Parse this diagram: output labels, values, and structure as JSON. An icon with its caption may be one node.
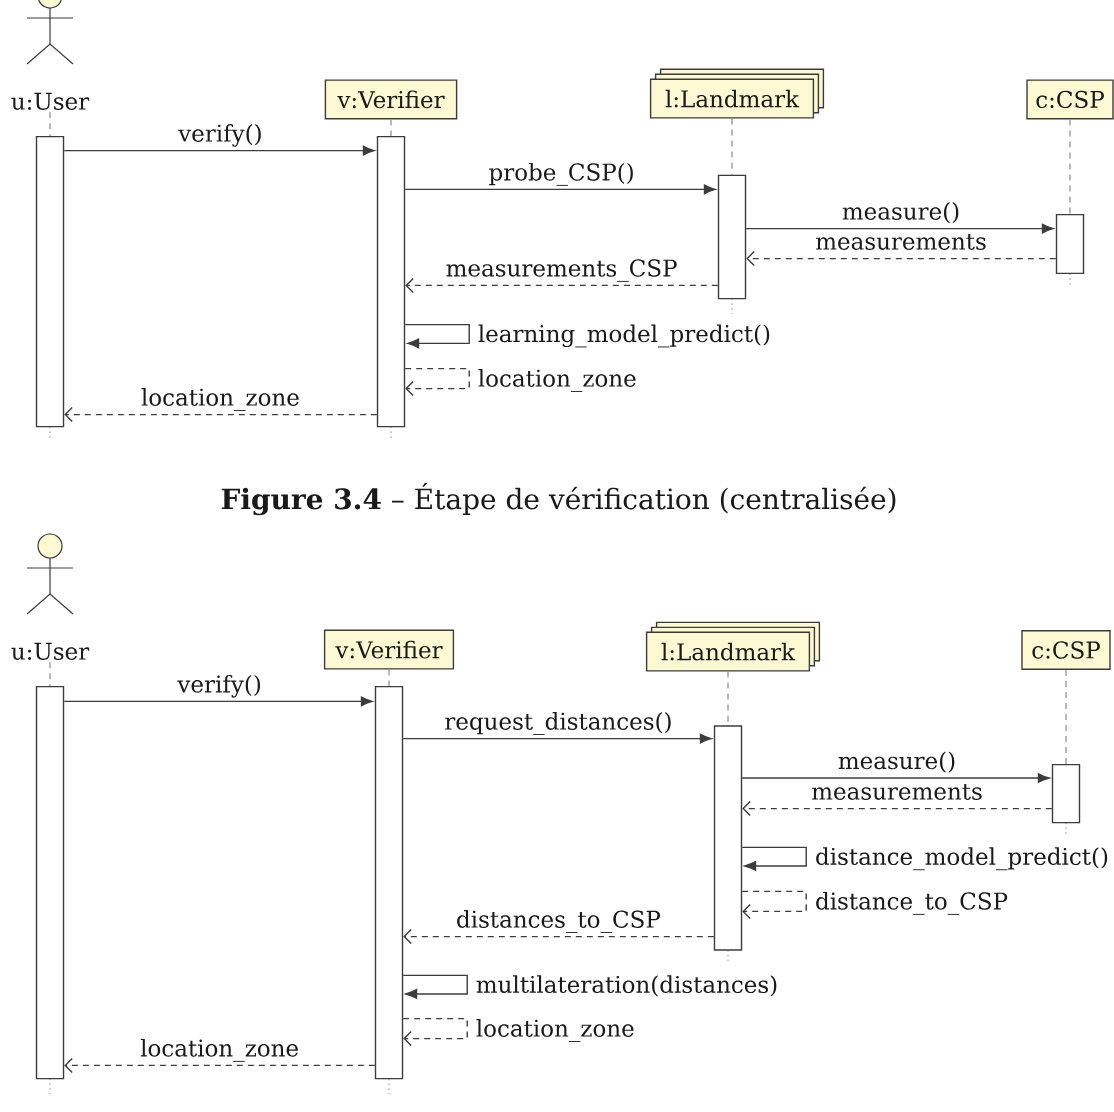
{
  "diagram": {
    "caption": "**Figure 3.4** – Étape de vérification (centralisée)",
    "nodes": [
      {
        "text": [
          "u:User"
        ]
      },
      {
        "text": [
          "v:Verifier"
        ]
      },
      {
        "text": [
          "l:Landmark"
        ]
      },
      {
        "text": [
          "c:CSP"
        ]
      },
      {
        "text": [],
        "shape": "bar"
      },
      {
        "text": [],
        "shape": "bar"
      },
      {
        "text": [],
        "shape": "bar"
      },
      {
        "text": [],
        "shape": "bar"
      },
      {
        "text": [
          "u:User"
        ]
      },
      {
        "text": [
          "v:Verifier"
        ]
      },
      {
        "text": [
          "l:Landmark"
        ]
      },
      {
        "text": [
          "c:CSP"
        ]
      },
      {
        "text": [],
        "shape": "bar"
      },
      {
        "text": [],
        "shape": "bar"
      },
      {
        "text": [],
        "shape": "bar"
      },
      {
        "text": [],
        "shape": "bar"
      }
    ],
    "edges": [
      {
        "from": 0,
        "to": 4,
        "arrow": "none",
        "style": "dashed",
        "color": "#9a9a9a"
      },
      {
        "from": 1,
        "to": 5,
        "arrow": "none",
        "style": "dashed",
        "color": "#9a9a9a"
      },
      {
        "from": 2,
        "to": 6,
        "arrow": "none",
        "style": "dashed",
        "color": "#9a9a9a"
      },
      {
        "from": 3,
        "to": 7,
        "arrow": "none",
        "style": "dashed",
        "color": "#9a9a9a"
      },
      {
        "from": 4,
        "to": 5,
        "arrow": "to",
        "label": "verify()"
      },
      {
        "from": 5,
        "to": 6,
        "arrow": "to",
        "label": "probe_CSP()"
      },
      {
        "from": 6,
        "to": 7,
        "arrow": "to",
        "label": "measure()"
      },
      {
        "from": 7,
        "to": 6,
        "arrow": "to",
        "label": "measurements",
        "style": "dashed"
      },
      {
        "from": 6,
        "to": 5,
        "arrow": "to",
        "label": "measurements_CSP",
        "style": "dashed"
      },
      {
        "from": 5,
        "to": 5,
        "arrow": "to",
        "label": "learning_model_predict()"
      },
      {
        "from": 5,
        "to": 5,
        "arrow": "to",
        "label": "location_zone",
        "style": "dashed"
      },
      {
        "from": 5,
        "to": 4,
        "arrow": "to",
        "label": "location_zone",
        "style": "dashed"
      },
      {
        "from": 8,
        "to": 12,
        "arrow": "none",
        "style": "dashed",
        "color": "#9a9a9a"
      },
      {
        "from": 9,
        "to": 13,
        "arrow": "none",
        "style": "dashed",
        "color": "#9a9a9a"
      },
      {
        "from": 10,
        "to": 14,
        "arrow": "none",
        "style": "dashed",
        "color": "#9a9a9a"
      },
      {
        "from": 11,
        "to": 15,
        "arrow": "none",
        "style": "dashed",
        "color": "#9a9a9a"
      },
      {
        "from": 12,
        "to": 13,
        "arrow": "to",
        "label": "verify()"
      },
      {
        "from": 13,
        "to": 14,
        "arrow": "to",
        "label": "request_distances()"
      },
      {
        "from": 14,
        "to": 15,
        "arrow": "to",
        "label": "measure()"
      },
      {
        "from": 15,
        "to": 14,
        "arrow": "to",
        "label": "measurements",
        "style": "dashed"
      },
      {
        "from": 14,
        "to": 14,
        "arrow": "to",
        "label": "distance_model_predict()"
      },
      {
        "from": 14,
        "to": 14,
        "arrow": "to",
        "label": "distance_to_CSP",
        "style": "dashed"
      },
      {
        "from": 14,
        "to": 13,
        "arrow": "to",
        "label": "distances_to_CSP",
        "style": "dashed"
      },
      {
        "from": 13,
        "to": 13,
        "arrow": "to",
        "label": "multilateration(distances)"
      },
      {
        "from": 13,
        "to": 13,
        "arrow": "to",
        "label": "location_zone",
        "style": "dashed"
      },
      {
        "from": 13,
        "to": 12,
        "arrow": "to",
        "label": "location_zone",
        "style": "dashed"
      }
    ]
  }
}
